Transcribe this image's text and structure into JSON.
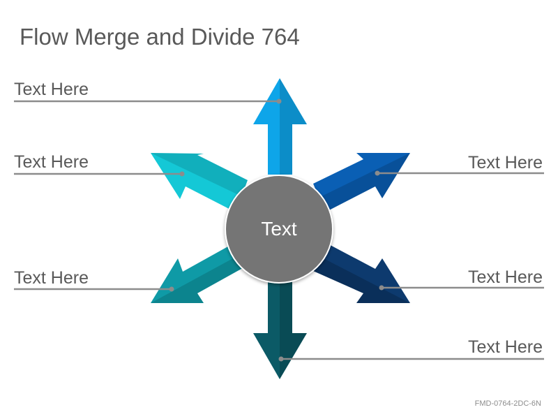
{
  "title": "Flow Merge and Divide 764",
  "center_label": "Text",
  "labels": {
    "top_left": "Text Here",
    "upper_left": "Text Here",
    "lower_left": "Text Here",
    "upper_right": "Text Here",
    "lower_right": "Text Here",
    "bottom_right": "Text Here"
  },
  "footer_code": "FMD-0764-2DC-6N",
  "colors": {
    "arrow_up": "#0ea5e9",
    "arrow_upper_left": "#14c8d6",
    "arrow_lower_left": "#0f9aa6",
    "arrow_down": "#0b5a66",
    "arrow_lower_right": "#0d3a6e",
    "arrow_upper_right": "#0a5fb4",
    "circle": "#747474",
    "leader_line": "#8c8c8c"
  }
}
